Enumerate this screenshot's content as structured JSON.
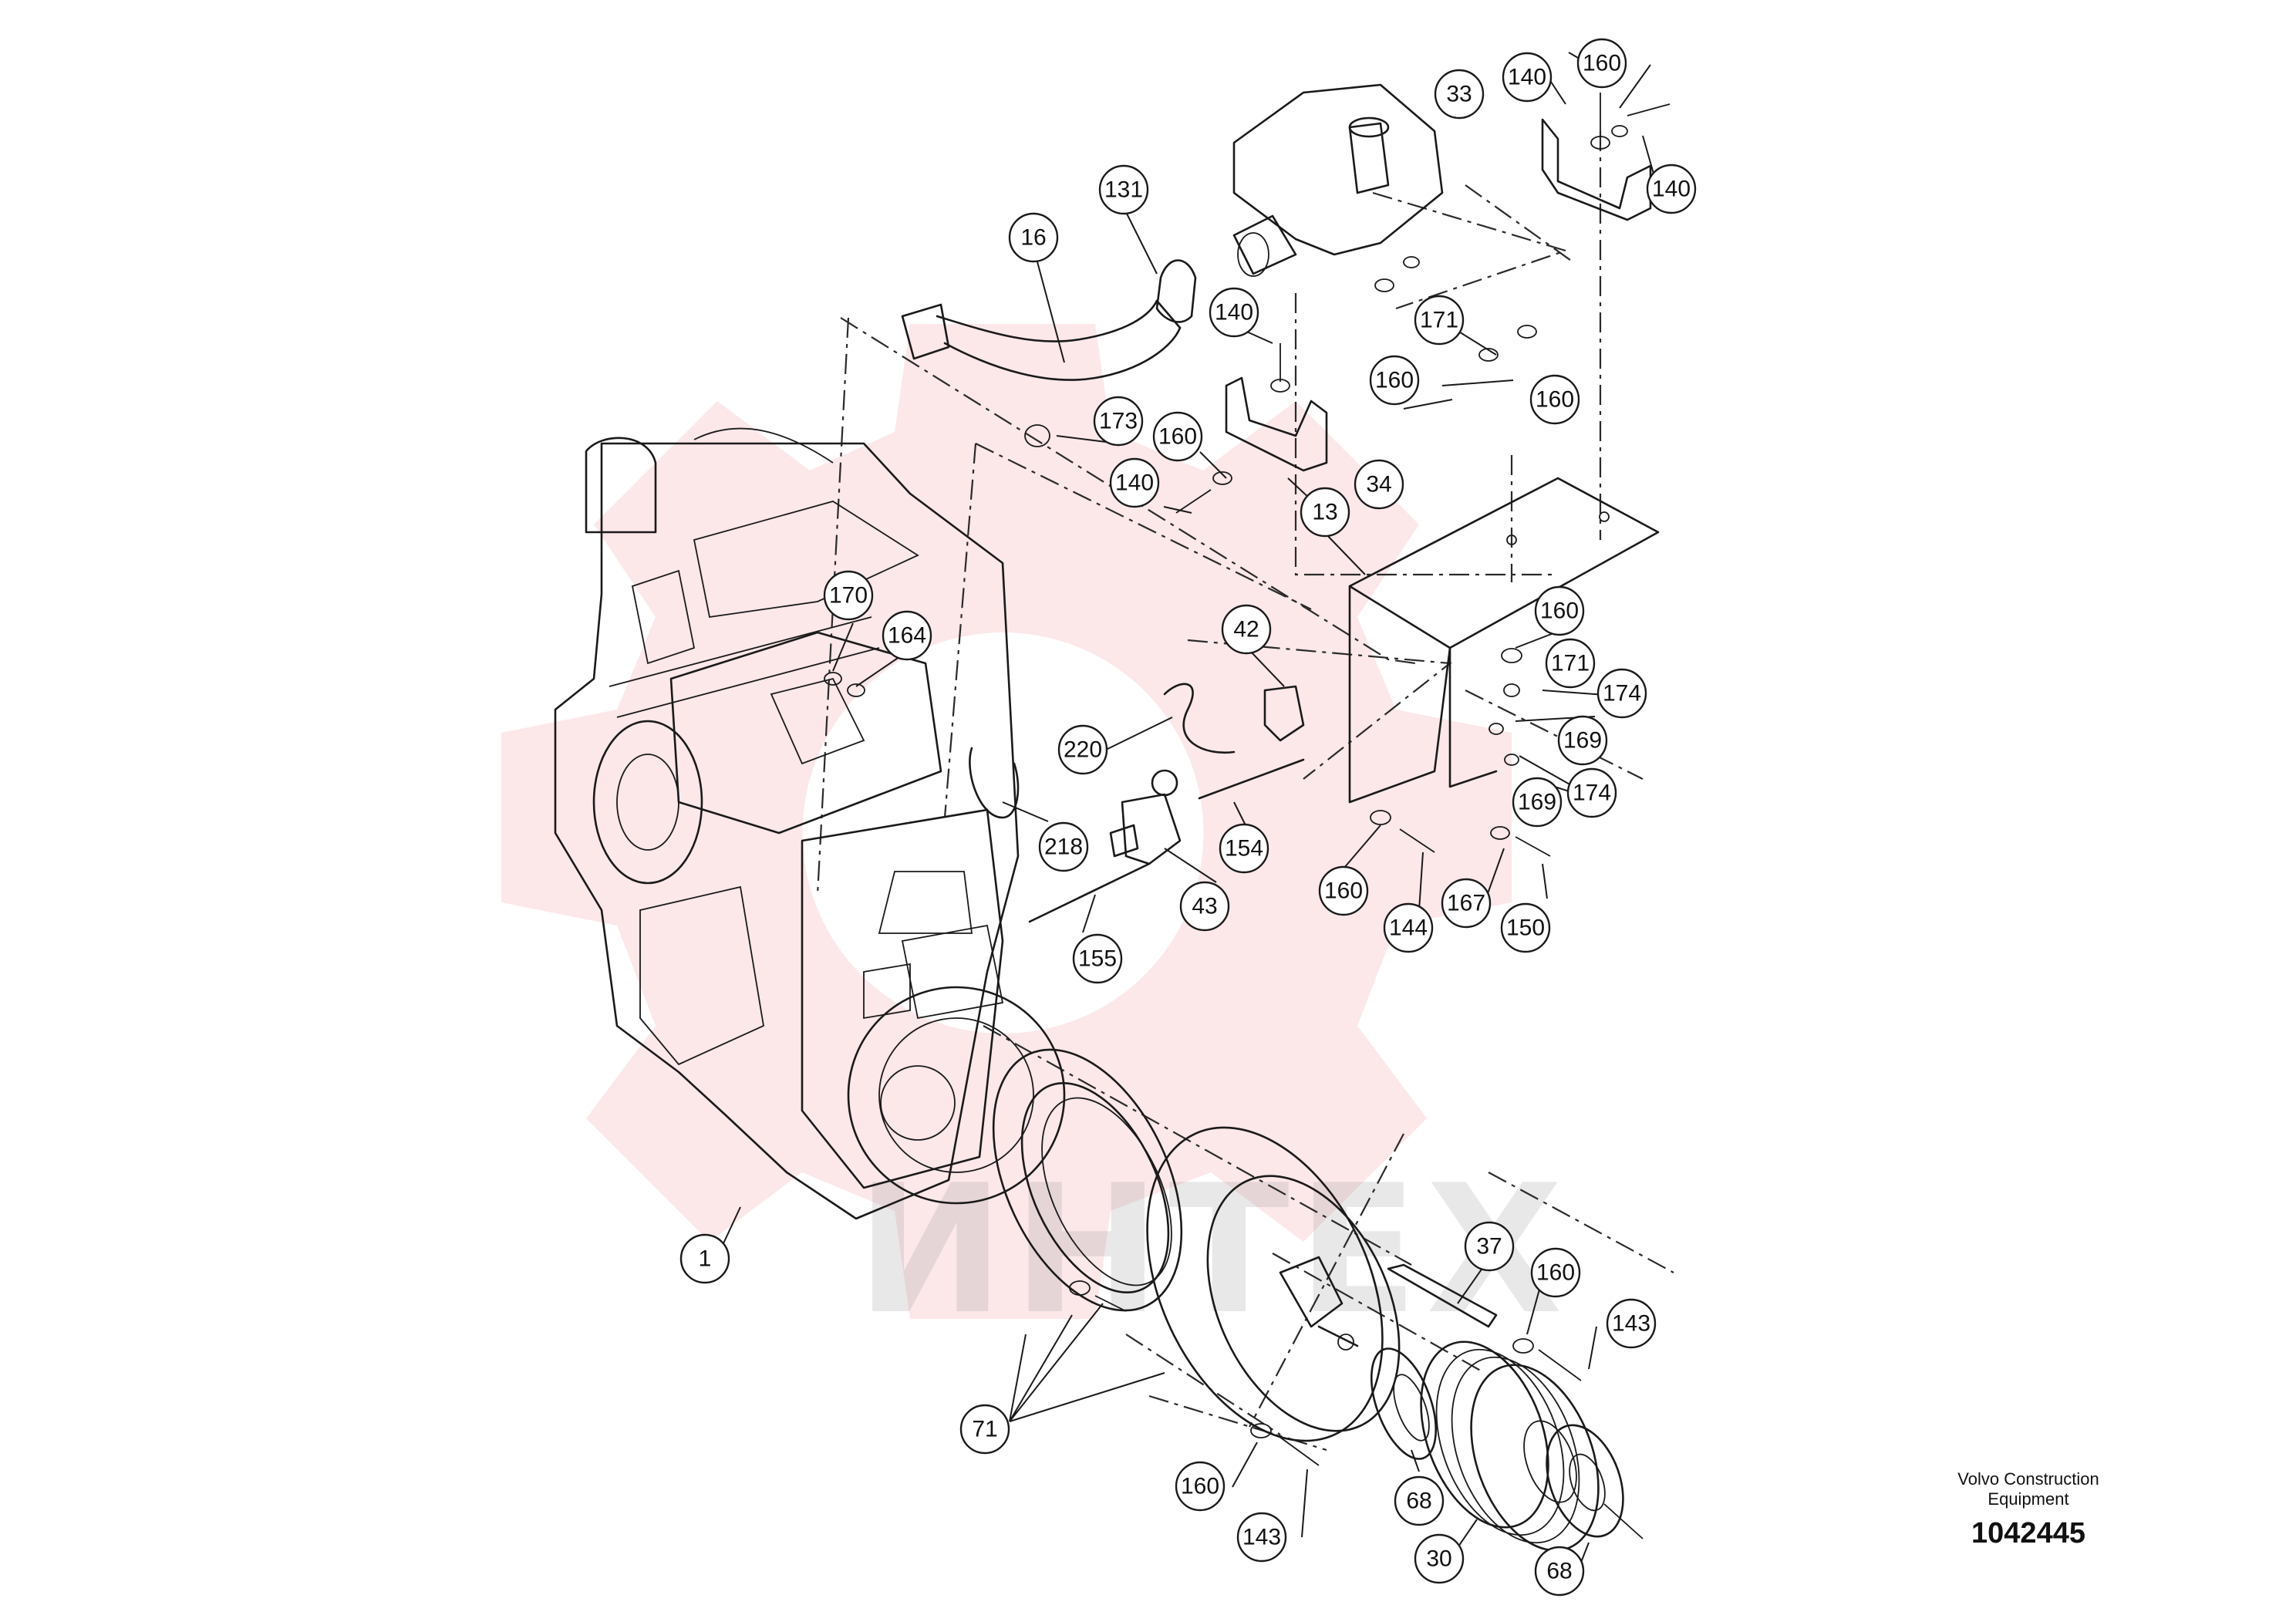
{
  "watermark": {
    "text": "ИНТЕХ",
    "color": "#ef6b78"
  },
  "brand": {
    "name": "Volvo Construction Equipment",
    "document_number": "1042445"
  },
  "callouts": [
    {
      "id": "c01",
      "label": "140"
    },
    {
      "id": "c02",
      "label": "160"
    },
    {
      "id": "c03",
      "label": "33"
    },
    {
      "id": "c04",
      "label": "140"
    },
    {
      "id": "c05",
      "label": "131"
    },
    {
      "id": "c06",
      "label": "16"
    },
    {
      "id": "c07",
      "label": "140"
    },
    {
      "id": "c08",
      "label": "171"
    },
    {
      "id": "c09",
      "label": "160"
    },
    {
      "id": "c10",
      "label": "160"
    },
    {
      "id": "c11",
      "label": "173"
    },
    {
      "id": "c12",
      "label": "160"
    },
    {
      "id": "c13",
      "label": "140"
    },
    {
      "id": "c14",
      "label": "34"
    },
    {
      "id": "c15",
      "label": "13"
    },
    {
      "id": "c16",
      "label": "170"
    },
    {
      "id": "c17",
      "label": "164"
    },
    {
      "id": "c18",
      "label": "42"
    },
    {
      "id": "c19",
      "label": "160"
    },
    {
      "id": "c20",
      "label": "171"
    },
    {
      "id": "c21",
      "label": "174"
    },
    {
      "id": "c22",
      "label": "169"
    },
    {
      "id": "c23",
      "label": "174"
    },
    {
      "id": "c24",
      "label": "169"
    },
    {
      "id": "c25",
      "label": "220"
    },
    {
      "id": "c26",
      "label": "218"
    },
    {
      "id": "c27",
      "label": "154"
    },
    {
      "id": "c28",
      "label": "43"
    },
    {
      "id": "c29",
      "label": "155"
    },
    {
      "id": "c30",
      "label": "160"
    },
    {
      "id": "c31",
      "label": "144"
    },
    {
      "id": "c32",
      "label": "167"
    },
    {
      "id": "c33",
      "label": "150"
    },
    {
      "id": "c34",
      "label": "1"
    },
    {
      "id": "c35",
      "label": "37"
    },
    {
      "id": "c36",
      "label": "160"
    },
    {
      "id": "c37",
      "label": "143"
    },
    {
      "id": "c38",
      "label": "71"
    },
    {
      "id": "c39",
      "label": "160"
    },
    {
      "id": "c40",
      "label": "143"
    },
    {
      "id": "c41",
      "label": "68"
    },
    {
      "id": "c42",
      "label": "30"
    },
    {
      "id": "c43",
      "label": "68"
    }
  ]
}
